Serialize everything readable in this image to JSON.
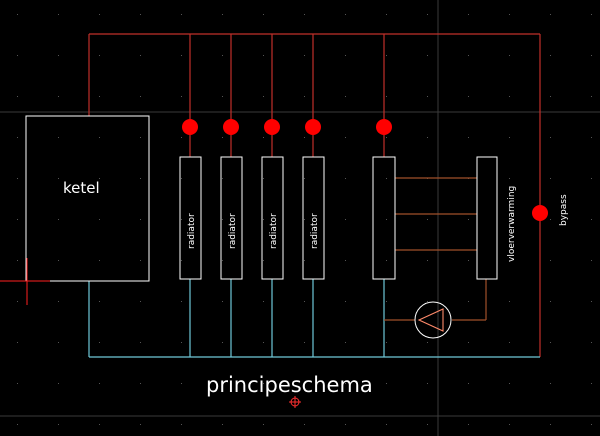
{
  "drawing": {
    "title": "principeschema",
    "boiler_label": "ketel",
    "radiators": [
      {
        "label": "radiator"
      },
      {
        "label": "radiator"
      },
      {
        "label": "radiator"
      },
      {
        "label": "radiator"
      }
    ],
    "floor_heating_label": "vloerverwarming",
    "bypass_label": "bypass"
  },
  "colors": {
    "background": "#000000",
    "supply_line": "#c0302a",
    "return_line": "#6fc8d8",
    "valve": "#ff0000",
    "component_outline": "#ffffff",
    "floor_loops": "#a0502a",
    "grid_dot": "#555555",
    "cursor": "#ff2020"
  },
  "icons": [
    "valve-dot-icon",
    "pump-icon",
    "crosshair-cursor-icon",
    "ucs-origin-icon"
  ]
}
